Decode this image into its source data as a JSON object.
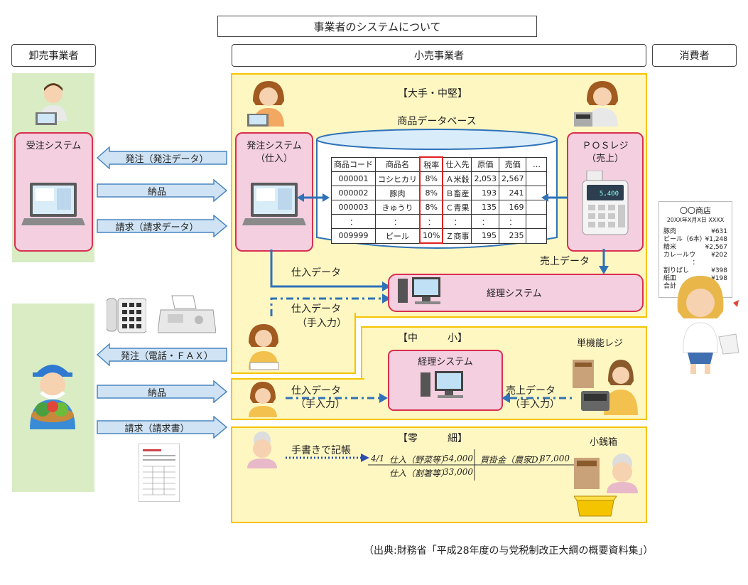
{
  "title": "事業者のシステムについて",
  "columns": {
    "wholesale": "卸売事業者",
    "retail": "小売事業者",
    "consumer": "消費者"
  },
  "large": {
    "heading": "【大手・中堅】",
    "db_title": "商品データベース",
    "order_system": {
      "line1": "発注システム",
      "line2": "（仕入）"
    },
    "pos": {
      "line1": "ＰＯＳレジ",
      "line2": "（売上）"
    },
    "table": {
      "headers": [
        "商品コード",
        "商品名",
        "税率",
        "仕入先",
        "原価",
        "売価",
        "…"
      ],
      "rows": [
        [
          "000001",
          "コシヒカリ",
          "8%",
          "Ａ米穀",
          "2,053",
          "2,567",
          ""
        ],
        [
          "000002",
          "豚肉",
          "8%",
          "Ｂ畜産",
          "193",
          "241",
          ""
        ],
        [
          "000003",
          "きゅうり",
          "8%",
          "Ｃ青果",
          "135",
          "169",
          ""
        ],
        [
          "：",
          "：",
          "：",
          "：",
          "：",
          "：",
          ""
        ],
        [
          "009999",
          "ビール",
          "10%",
          "Ｚ商事",
          "195",
          "235",
          ""
        ]
      ]
    },
    "pos_display": "5,400",
    "sales_data": "売上データ",
    "purchase_data": "仕入データ",
    "accounting": "経理システム",
    "manual_purchase": {
      "line1": "仕入データ",
      "line2": "（手入力）"
    }
  },
  "medium": {
    "heading": "【中　　　小】",
    "accounting": "経理システム",
    "register": "単機能レジ",
    "purchase": {
      "line1": "仕入データ",
      "line2": "（手入力）"
    },
    "sales": {
      "line1": "売上データ",
      "line2": "（手入力）"
    }
  },
  "small": {
    "heading": "【零　　　細】",
    "handwritten": "手書きで記帳",
    "cashbox": "小銭箱",
    "ledger": {
      "date": "4/1",
      "entries": [
        {
          "item": "仕入（野菜等）",
          "amount": "54,000"
        },
        {
          "item": "仕入（割箸等）",
          "amount": "33,000"
        }
      ],
      "credit_item": "買掛金（農家D）",
      "credit_amount": "87,000"
    }
  },
  "wholesale": {
    "order_system": "受注システム",
    "arrows": {
      "order": "発注（発注データ）",
      "delivery1": "納品",
      "invoice1": "請求（請求データ）",
      "order_phone": "発注（電話・ＦＡＸ）",
      "delivery2": "納品",
      "invoice2": "請求（請求書）"
    }
  },
  "receipt": {
    "shop": "〇〇商店",
    "date": "20XX年X月X日 XXXX",
    "items": [
      {
        "name": "豚肉",
        "price": "¥631"
      },
      {
        "name": "ビール（6本）",
        "price": "¥1,248"
      },
      {
        "name": "精米",
        "price": "¥2,567"
      },
      {
        "name": "カレールウ",
        "price": "¥202"
      },
      {
        "name": "：",
        "price": ""
      },
      {
        "name": "割りばし",
        "price": "¥398"
      },
      {
        "name": "紙皿",
        "price": "¥198"
      },
      {
        "name": "合計",
        "price": ""
      }
    ]
  },
  "source": "（出典:財務省「平成28年度の与党税制改正大綱の概要資料集」）",
  "colors": {
    "arrow_fill": "#cfe3f5",
    "arrow_stroke": "#4a86c0",
    "link_blue": "#2f72b8",
    "dotted": "#2b4fb0",
    "pink": "#f4cfe0",
    "pink_border": "#d83050",
    "yellow": "#fff7c2",
    "green": "#d9ecc4"
  }
}
